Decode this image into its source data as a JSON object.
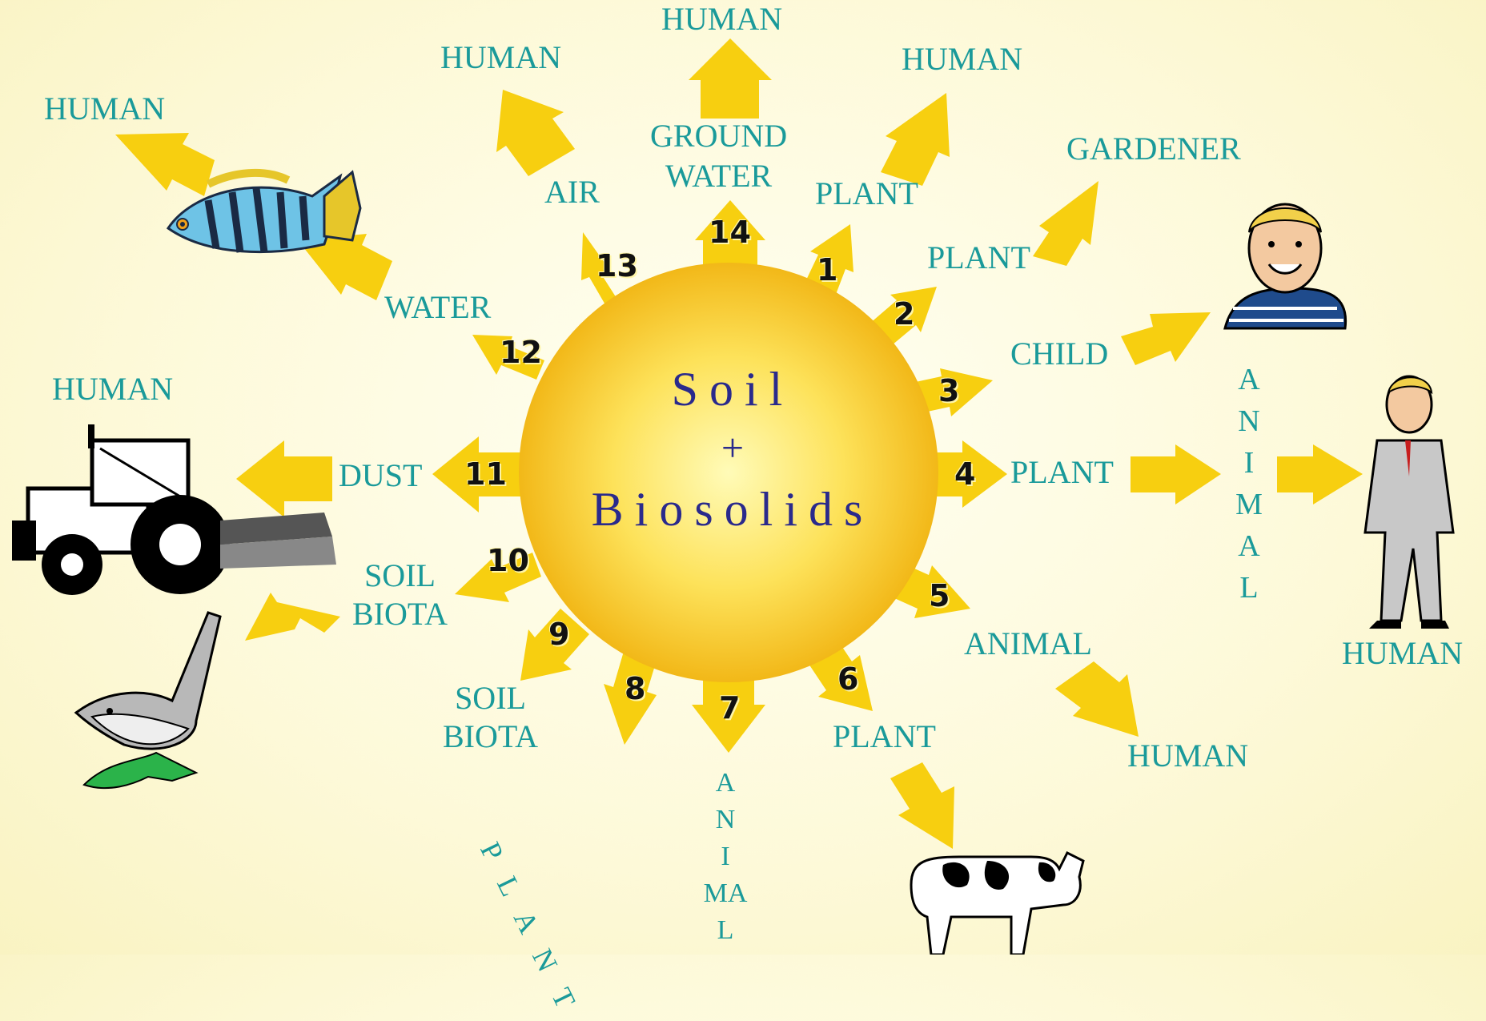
{
  "center": {
    "line1": "Soil",
    "line2": "+",
    "line3": "Biosolids"
  },
  "colors": {
    "sun_core": "#fff59a",
    "sun_edge": "#f4c21a",
    "arrow": "#f7cf10",
    "label": "#1a9a9a",
    "title": "#2a2a8c"
  },
  "pathways": {
    "n1": "1",
    "n2": "2",
    "n3": "3",
    "n4": "4",
    "n5": "5",
    "n6": "6",
    "n7": "7",
    "n8": "8",
    "n9": "9",
    "n10": "10",
    "n11": "11",
    "n12": "12",
    "n13": "13",
    "n14": "14"
  },
  "labels": {
    "human_top": "HUMAN",
    "human_top_left": "HUMAN",
    "human_top_right": "HUMAN",
    "human_left": "HUMAN",
    "human_far_left": "HUMAN",
    "ground_water": "GROUND\nWATER",
    "air": "AIR",
    "plant_1": "PLANT",
    "plant_2": "PLANT",
    "gardener": "GARDENER",
    "child": "CHILD",
    "plant_4": "PLANT",
    "animal_vertical_right": "A\nN\nI\nM\nA\nL",
    "human_right": "HUMAN",
    "animal_5": "ANIMAL",
    "human_5": "HUMAN",
    "plant_6": "PLANT",
    "animal_7": "A\nN\nI\nMA\nL",
    "plant_8": "P L A N T",
    "soil_biota_9": "SOIL\nBIOTA",
    "soil_biota_10": "SOIL\nBIOTA",
    "dust": "DUST",
    "water": "WATER"
  },
  "icons": [
    "fish-icon",
    "tractor-icon",
    "bird-icon",
    "cow-icon",
    "child-icon",
    "man-icon"
  ]
}
